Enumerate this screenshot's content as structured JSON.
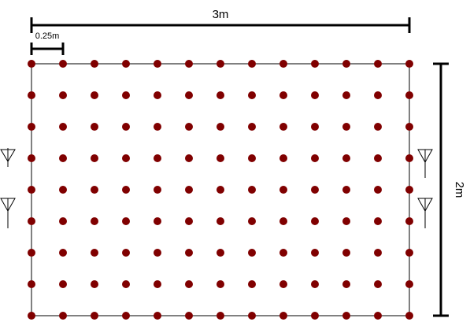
{
  "labels": {
    "width": "3m",
    "spacing": "0.25m",
    "height": "2m"
  },
  "grid": {
    "columns": 13,
    "rows": 9,
    "dot_color": "#800000"
  },
  "colors": {
    "line": "#000000",
    "background": "#ffffff"
  },
  "icons": {
    "antenna": "antenna-icon"
  }
}
